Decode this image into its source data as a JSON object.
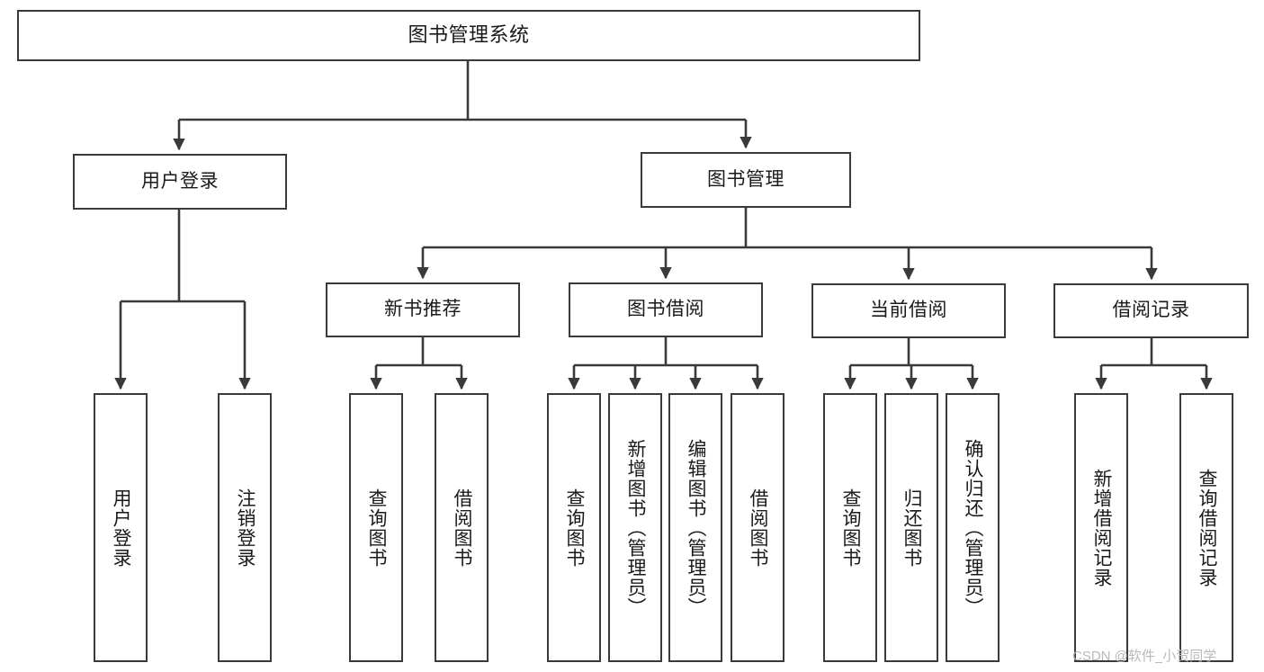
{
  "diagram": {
    "title": "图书管理系统",
    "type": "hierarchy-tree",
    "root": {
      "id": "root",
      "label": "图书管理系统"
    },
    "level1": [
      {
        "id": "user-login",
        "label": "用户登录"
      },
      {
        "id": "book-manage",
        "label": "图书管理"
      }
    ],
    "level2": [
      {
        "id": "new-book-recommend",
        "label": "新书推荐",
        "parent": "book-manage"
      },
      {
        "id": "book-borrow",
        "label": "图书借阅",
        "parent": "book-manage"
      },
      {
        "id": "current-borrow",
        "label": "当前借阅",
        "parent": "book-manage"
      },
      {
        "id": "borrow-record",
        "label": "借阅记录",
        "parent": "book-manage"
      }
    ],
    "leaves": {
      "user-login": [
        {
          "id": "leaf-user-login",
          "label": "用户登录"
        },
        {
          "id": "leaf-user-logout",
          "label": "注销登录"
        }
      ],
      "new-book-recommend": [
        {
          "id": "leaf-query-book-1",
          "label": "查询图书"
        },
        {
          "id": "leaf-borrow-book-1",
          "label": "借阅图书"
        }
      ],
      "book-borrow": [
        {
          "id": "leaf-query-book-2",
          "label": "查询图书"
        },
        {
          "id": "leaf-add-book",
          "label": "新增图书（管理员）"
        },
        {
          "id": "leaf-edit-book",
          "label": "编辑图书（管理员）"
        },
        {
          "id": "leaf-borrow-book-2",
          "label": "借阅图书"
        }
      ],
      "current-borrow": [
        {
          "id": "leaf-query-book-3",
          "label": "查询图书"
        },
        {
          "id": "leaf-return-book",
          "label": "归还图书"
        },
        {
          "id": "leaf-confirm-return",
          "label": "确认归还（管理员）"
        }
      ],
      "borrow-record": [
        {
          "id": "leaf-add-record",
          "label": "新增借阅记录"
        },
        {
          "id": "leaf-query-record",
          "label": "查询借阅记录"
        }
      ]
    }
  },
  "watermark": {
    "text": "CSDN @软件_小贺同学"
  },
  "colors": {
    "stroke": "#3a3a3a",
    "background": "#ffffff",
    "text": "#1a1a1a",
    "watermark": "#b9b9b9"
  }
}
